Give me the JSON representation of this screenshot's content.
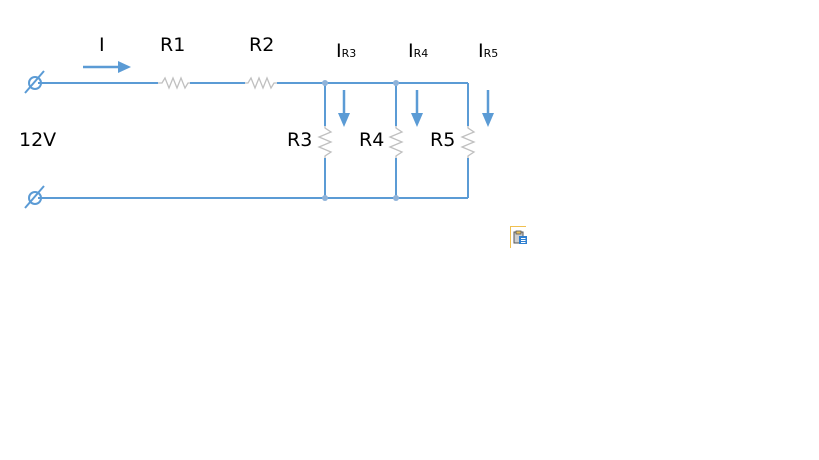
{
  "labels": {
    "current_main": "I",
    "r1": "R1",
    "r2": "R2",
    "r3": "R3",
    "r4": "R4",
    "r5": "R5",
    "ir3_main": "I",
    "ir3_sub": "R3",
    "ir4_main": "I",
    "ir4_sub": "R4",
    "ir5_main": "I",
    "ir5_sub": "R5",
    "source_voltage": "12V"
  },
  "colors": {
    "wire": "#5b9bd5",
    "resistor": "#c0c0c0",
    "arrow": "#5b9bd5"
  },
  "icons": {
    "paste_options": "clipboard-paste-icon"
  }
}
